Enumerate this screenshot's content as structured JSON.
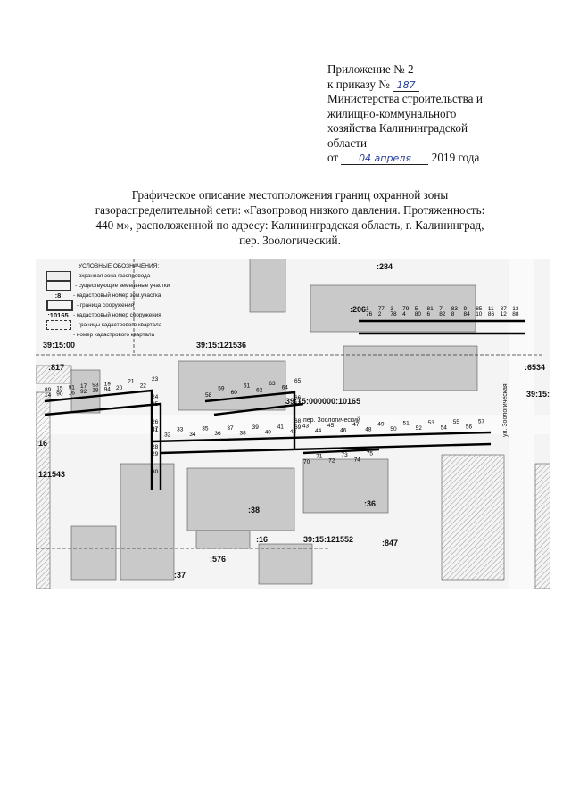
{
  "header": {
    "line1": "Приложение № 2",
    "line2_prefix": "к приказу №",
    "line2_number": "187",
    "line3": "Министерства строительства и",
    "line4": "жилищно-коммунального",
    "line5": "хозяйства Калининградской",
    "line6": "области",
    "line7_prefix": "от",
    "line7_date": "04 апреля",
    "line7_suffix": "2019 года"
  },
  "title": {
    "line1": "Графическое описание местоположения границ охранной зоны",
    "line2": "газораспределительной сети: «Газопровод низкого давления. Протяженность:",
    "line3": "440 м», расположенной по адресу: Калининградская область, г. Калининград,",
    "line4": "пер. Зоологический."
  },
  "legend": {
    "title": "УСЛОВНЫЕ ОБОЗНАЧЕНИЯ:",
    "items": [
      {
        "symbol": "",
        "label": "- охранная зона газопровода"
      },
      {
        "symbol": "",
        "label": "- существующие земельные участки"
      },
      {
        "symbol": ":8",
        "label": "- кадастровый номер зем.участка"
      },
      {
        "symbol": "",
        "label": "- граница сооружения"
      },
      {
        "symbol": ":10165",
        "label": "- кадастровый номер сооружения"
      },
      {
        "symbol": "",
        "label": "- границы кадастрового квартала"
      },
      {
        "symbol": "39:15:00",
        "label": "- номер кадастрового квартала"
      }
    ]
  },
  "map": {
    "street": "пер. Зоологический",
    "street_v": "ул. Зоологическая",
    "quarter_main": "39:15:121536",
    "quarter_bottom": "39:15:121552",
    "quarter_left": ":121543",
    "quarter_right": "39:15:1",
    "structure_label": "39:15:000000:10165",
    "parcels": [
      ":284",
      ":206",
      ":817",
      ":6534",
      ":16",
      ":38",
      ":36",
      ":847",
      ":576",
      ":16",
      ":37"
    ],
    "point_labels": [
      "1",
      "2",
      "3",
      "4",
      "5",
      "6",
      "7",
      "8",
      "9",
      "10",
      "11",
      "12",
      "13",
      "14",
      "15",
      "16",
      "17",
      "18",
      "19",
      "20",
      "21",
      "22",
      "23",
      "24",
      "25",
      "26",
      "27",
      "28",
      "29",
      "30",
      "31",
      "32",
      "33",
      "34",
      "35",
      "36",
      "37",
      "38",
      "39",
      "40",
      "41",
      "42",
      "43",
      "44",
      "45",
      "46",
      "47",
      "48",
      "49",
      "50",
      "51",
      "52",
      "53",
      "54",
      "55",
      "56",
      "57",
      "58",
      "59",
      "60",
      "61",
      "62",
      "63",
      "64",
      "65",
      "66",
      "67",
      "68",
      "69",
      "70",
      "71",
      "72",
      "73",
      "74",
      "75",
      "76",
      "77",
      "78",
      "79",
      "80",
      "81",
      "82",
      "83",
      "84",
      "85",
      "86",
      "87",
      "88",
      "89",
      "90",
      "91",
      "92",
      "93",
      "94"
    ]
  }
}
